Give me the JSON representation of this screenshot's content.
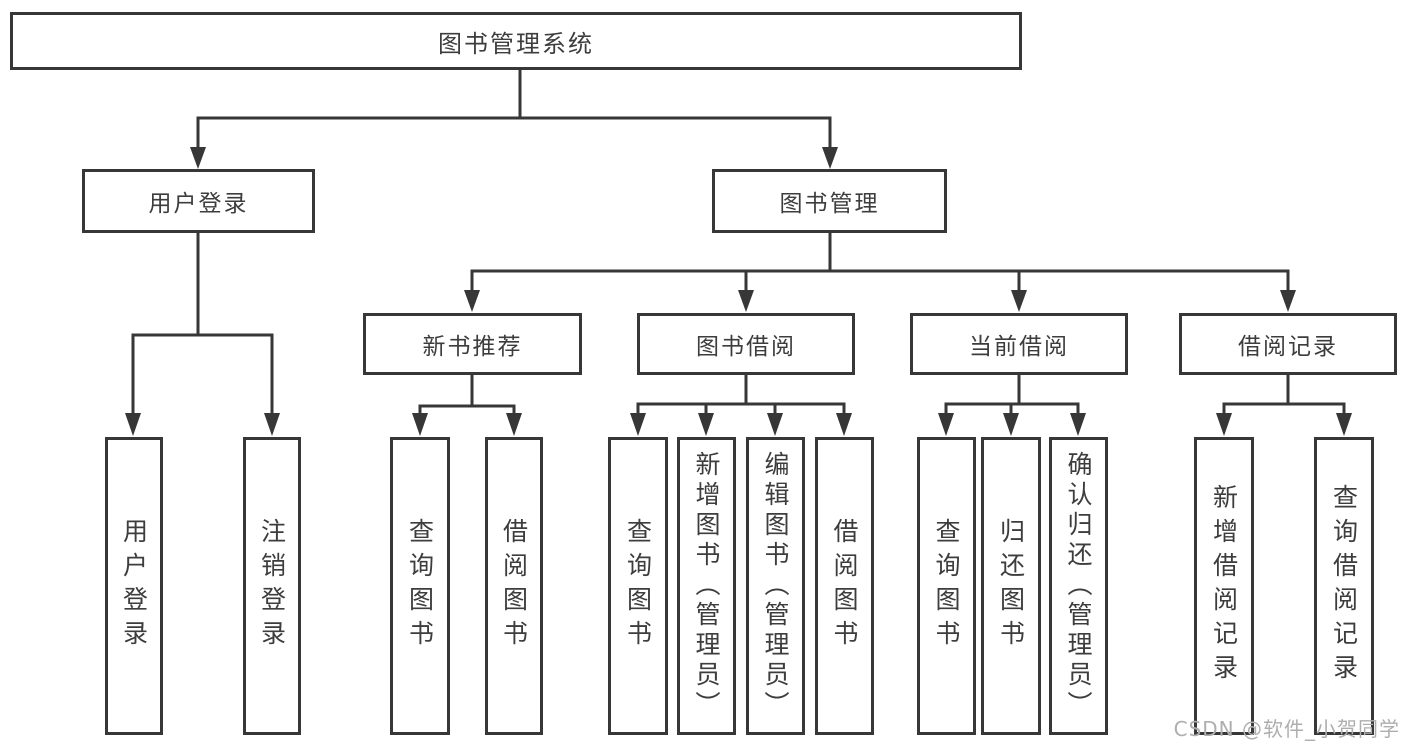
{
  "colors": {
    "line": "#373737",
    "text": "#3d3d3d",
    "watermark": "#aeaeae",
    "background": "#ffffff"
  },
  "diagram": {
    "root": {
      "label": "图书管理系统"
    },
    "level2": [
      {
        "id": "user-login",
        "label": "用户登录"
      },
      {
        "id": "book-management",
        "label": "图书管理"
      }
    ],
    "level3": [
      {
        "id": "new-book-recommend",
        "parent": "book-management",
        "label": "新书推荐"
      },
      {
        "id": "book-borrow",
        "parent": "book-management",
        "label": "图书借阅"
      },
      {
        "id": "current-borrow",
        "parent": "book-management",
        "label": "当前借阅"
      },
      {
        "id": "borrow-records",
        "parent": "book-management",
        "label": "借阅记录"
      }
    ],
    "leaves": [
      {
        "parent": "user-login",
        "label": "用户登录"
      },
      {
        "parent": "user-login",
        "label": "注销登录"
      },
      {
        "parent": "new-book-recommend",
        "label": "查询图书"
      },
      {
        "parent": "new-book-recommend",
        "label": "借阅图书"
      },
      {
        "parent": "book-borrow",
        "label": "查询图书"
      },
      {
        "parent": "book-borrow",
        "label": "新增图书（管理员）"
      },
      {
        "parent": "book-borrow",
        "label": "编辑图书（管理员）"
      },
      {
        "parent": "book-borrow",
        "label": "借阅图书"
      },
      {
        "parent": "current-borrow",
        "label": "查询图书"
      },
      {
        "parent": "current-borrow",
        "label": "归还图书"
      },
      {
        "parent": "current-borrow",
        "label": "确认归还（管理员）"
      },
      {
        "parent": "borrow-records",
        "label": "新增借阅记录"
      },
      {
        "parent": "borrow-records",
        "label": "查询借阅记录"
      }
    ]
  },
  "watermark": "CSDN @软件_小贺同学"
}
